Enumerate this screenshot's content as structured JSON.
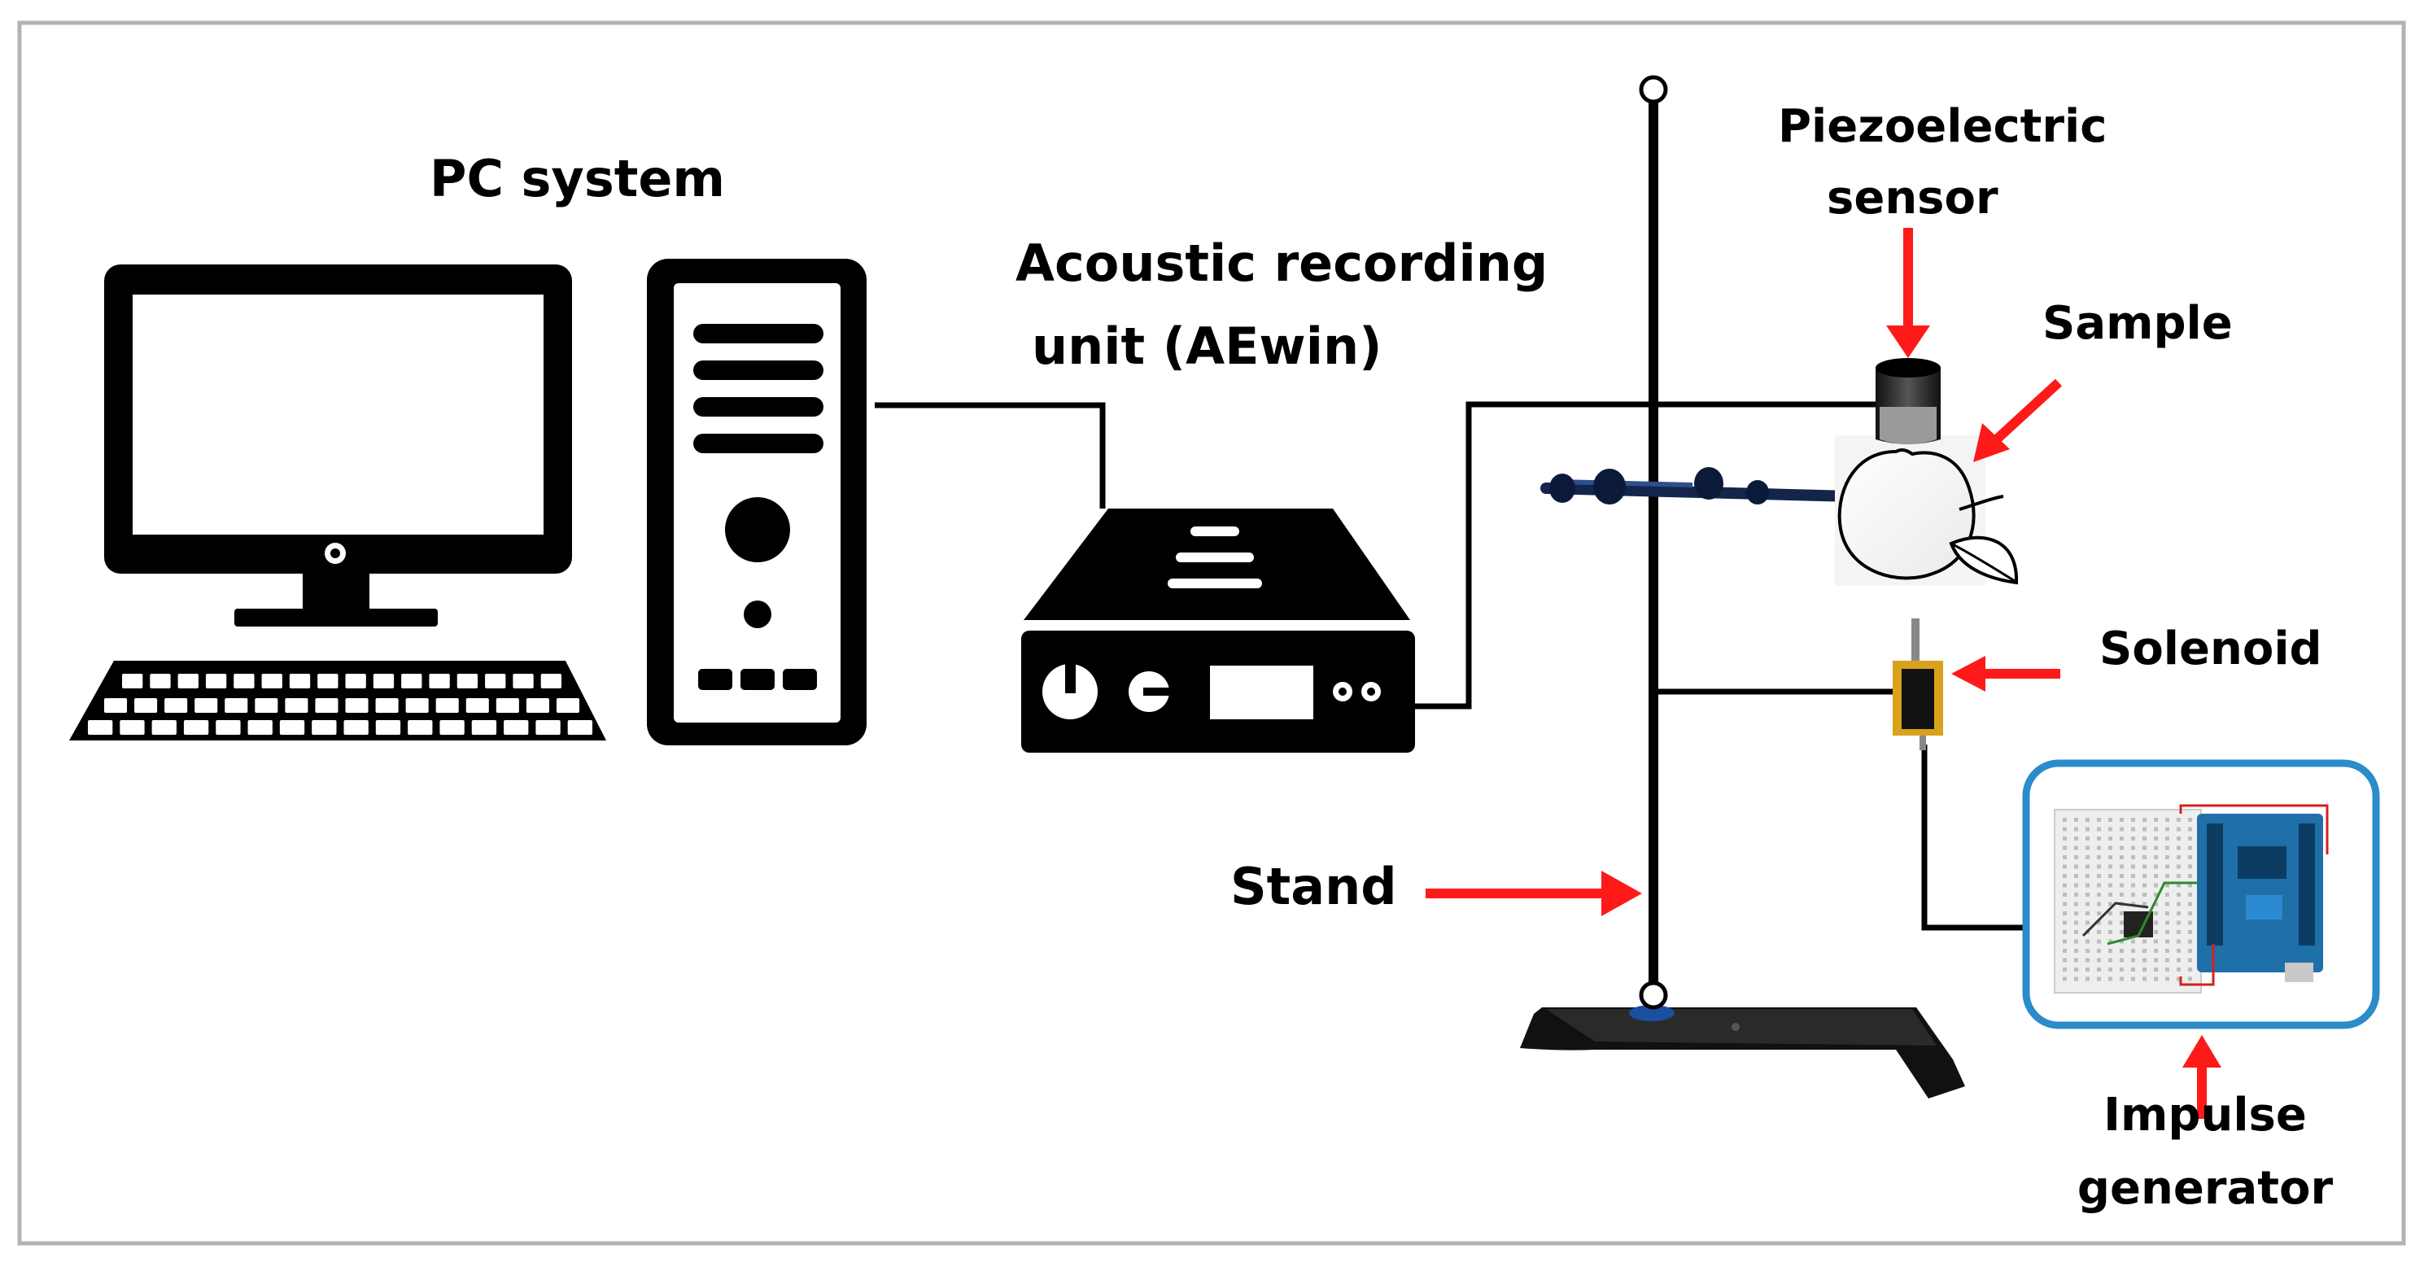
{
  "labels": {
    "pc_system": "PC system",
    "recorder_line1": "Acoustic recording",
    "recorder_line2": "unit (AEwin)",
    "sensor_line1": "Piezoelectric",
    "sensor_line2": "sensor",
    "sample": "Sample",
    "solenoid": "Solenoid",
    "stand": "Stand",
    "impulse_line1": "Impulse",
    "impulse_line2": "generator"
  },
  "colors": {
    "frame": "#b3b3b3",
    "ink": "#000000",
    "arrow": "#ff1a1a",
    "generator_border": "#2a8cc8",
    "board": "#1f6fa8",
    "breadboard": "#eeeeee",
    "solenoid": "#d8a21c"
  }
}
